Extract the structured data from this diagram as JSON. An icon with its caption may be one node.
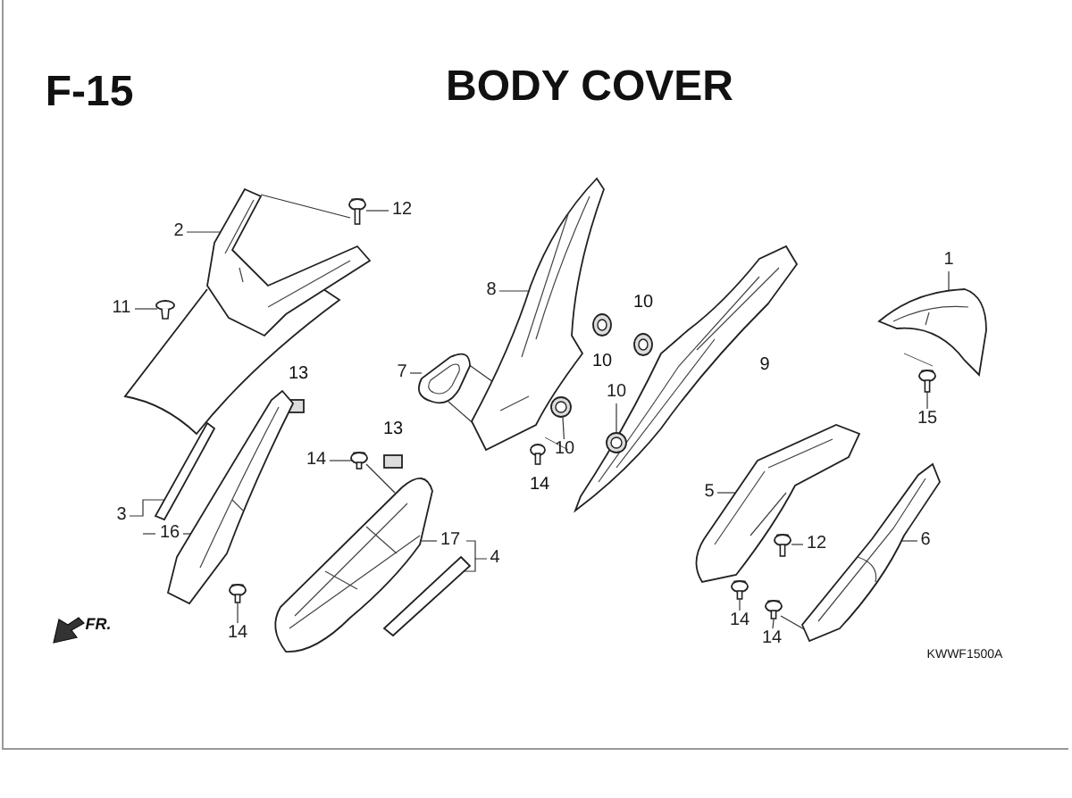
{
  "diagram": {
    "title": "BODY COVER",
    "nodes": [
      {
        "text": [
          "12"
        ]
      },
      {
        "text": [],
        "shape": "screw"
      },
      {
        "text": [
          "2"
        ]
      },
      {
        "text": [],
        "shape": "picture"
      },
      {
        "text": [
          "1"
        ]
      },
      {
        "text": [],
        "shape": "picture"
      },
      {
        "text": [
          "8"
        ]
      },
      {
        "text": [],
        "shape": "picture"
      },
      {
        "text": [
          "11"
        ]
      },
      {
        "text": [],
        "shape": "clip"
      },
      {
        "text": [
          "7"
        ]
      },
      {
        "text": [],
        "shape": "picture"
      },
      {
        "text": [
          "15"
        ]
      },
      {
        "text": [],
        "shape": "screw"
      },
      {
        "text": [
          "10"
        ]
      },
      {
        "text": [],
        "shape": "picture"
      },
      {
        "text": [
          "10"
        ]
      },
      {
        "text": [],
        "shape": "picture"
      },
      {
        "text": [
          "14"
        ]
      },
      {
        "text": [],
        "shape": "screw"
      },
      {
        "text": [
          "5"
        ]
      },
      {
        "text": [],
        "shape": "picture"
      },
      {
        "text": [
          "3"
        ]
      },
      {
        "text": [],
        "shape": "picture"
      },
      {
        "text": [
          "16"
        ]
      },
      {
        "text": [],
        "shape": "picture"
      },
      {
        "text": [
          "17"
        ]
      },
      {
        "text": [],
        "shape": "picture"
      },
      {
        "text": [
          "6"
        ]
      },
      {
        "text": [],
        "shape": "picture"
      },
      {
        "text": [
          "12"
        ]
      },
      {
        "text": [],
        "shape": "screw"
      },
      {
        "text": [
          "4"
        ]
      },
      {
        "text": [],
        "shape": "picture"
      },
      {
        "text": [
          "14"
        ]
      },
      {
        "text": [],
        "shape": "screw"
      },
      {
        "text": [
          "14"
        ]
      },
      {
        "text": [],
        "shape": "screw"
      },
      {
        "text": [
          "14"
        ]
      },
      {
        "text": [],
        "shape": "screw"
      }
    ],
    "edges": [
      {
        "from": 0,
        "to": 1,
        "arrow": "none"
      },
      {
        "from": 2,
        "to": 3,
        "arrow": "none"
      },
      {
        "from": 4,
        "to": 5,
        "arrow": "none"
      },
      {
        "from": 6,
        "to": 7,
        "arrow": "none"
      },
      {
        "from": 8,
        "to": 9,
        "arrow": "none"
      },
      {
        "from": 10,
        "to": 11,
        "arrow": "none"
      },
      {
        "from": 12,
        "to": 13,
        "arrow": "none"
      },
      {
        "from": 14,
        "to": 15,
        "arrow": "none"
      },
      {
        "from": 16,
        "to": 17,
        "arrow": "none"
      },
      {
        "from": 18,
        "to": 19,
        "arrow": "none"
      },
      {
        "from": 20,
        "to": 21,
        "arrow": "none"
      },
      {
        "from": 22,
        "to": 23,
        "arrow": "none"
      },
      {
        "from": 24,
        "to": 25,
        "arrow": "none"
      },
      {
        "from": 26,
        "to": 27,
        "arrow": "none"
      },
      {
        "from": 28,
        "to": 29,
        "arrow": "none"
      },
      {
        "from": 30,
        "to": 31,
        "arrow": "none"
      },
      {
        "from": 32,
        "to": 33,
        "arrow": "none"
      },
      {
        "from": 34,
        "to": 35,
        "arrow": "none"
      },
      {
        "from": 36,
        "to": 37,
        "arrow": "none"
      },
      {
        "from": 38,
        "to": 39,
        "arrow": "none"
      },
      {
        "from": 1,
        "to": 3,
        "arrow": "none"
      },
      {
        "from": 11,
        "to": 7,
        "arrow": "none"
      },
      {
        "from": 11,
        "to": 7,
        "arrow": "none"
      },
      {
        "from": 19,
        "to": 27,
        "arrow": "none"
      },
      {
        "from": 39,
        "to": 29,
        "arrow": "none"
      }
    ],
    "labels": [
      "F-15",
      "10",
      "10",
      "9",
      "13",
      "13",
      "14",
      "FR.",
      "KWWF1500A"
    ]
  }
}
